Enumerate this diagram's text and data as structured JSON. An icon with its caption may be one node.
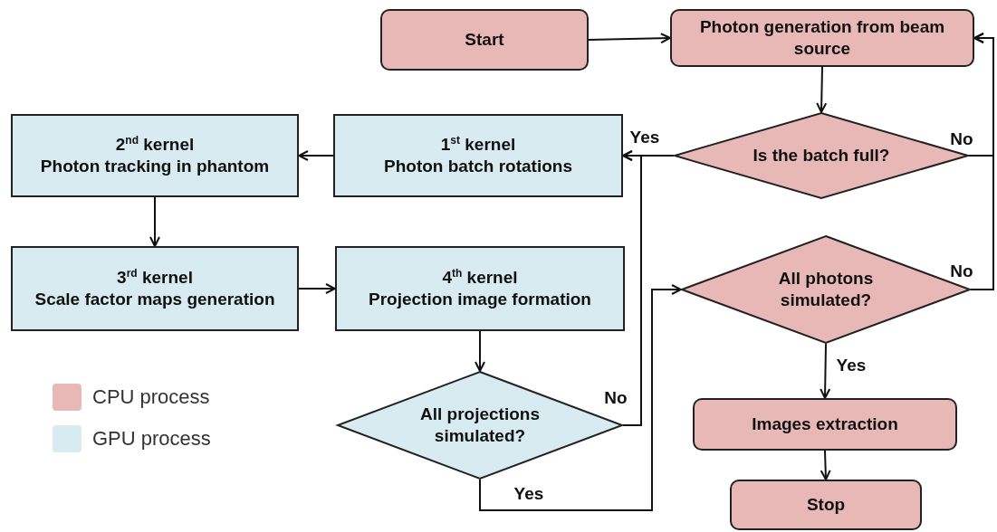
{
  "diagram": {
    "nodes": [
      {
        "text": [
          "Start"
        ]
      },
      {
        "text": [
          "Photon generation from beam source"
        ]
      },
      {
        "text": [
          "Is the batch full?"
        ]
      },
      {
        "text": [
          "1$^{st}$ kernel",
          "Photon batch rotations"
        ]
      },
      {
        "text": [
          "2$^{nd}$ kernel",
          "Photon tracking in phantom"
        ]
      },
      {
        "text": [
          "3$^{rd}$ kernel",
          "Scale factor maps generation"
        ]
      },
      {
        "text": [
          "4$^{th}$ kernel",
          "Projection image formation"
        ]
      },
      {
        "text": [
          "All projections simulated?"
        ]
      },
      {
        "text": [
          "All photons simulated?"
        ]
      },
      {
        "text": [
          "Images extraction"
        ]
      },
      {
        "text": [
          "Stop"
        ]
      }
    ],
    "edges": [
      {
        "from": 0,
        "to": 1,
        "arrow": "to"
      },
      {
        "from": 1,
        "to": 2,
        "arrow": "to"
      },
      {
        "from": 2,
        "to": 3,
        "arrow": "to",
        "label": "Yes"
      },
      {
        "from": 3,
        "to": 4,
        "arrow": "to"
      },
      {
        "from": 4,
        "to": 5,
        "arrow": "to"
      },
      {
        "from": 5,
        "to": 6,
        "arrow": "to"
      },
      {
        "from": 6,
        "to": 7,
        "arrow": "to"
      },
      {
        "from": 7,
        "to": 3,
        "arrow": "to",
        "label": "No"
      },
      {
        "from": 7,
        "to": 8,
        "arrow": "to",
        "label": "Yes"
      },
      {
        "from": 8,
        "to": 1,
        "arrow": "to",
        "label": "No"
      },
      {
        "from": 2,
        "to": 1,
        "arrow": "to",
        "label": "No"
      },
      {
        "from": 8,
        "to": 9,
        "arrow": "to",
        "label": "Yes"
      },
      {
        "from": 9,
        "to": 10,
        "arrow": "to"
      }
    ],
    "legend": [
      {
        "text": "CPU process",
        "color": "#e8b8b6"
      },
      {
        "text": "GPU process",
        "color": "#d7ebf1"
      }
    ]
  }
}
